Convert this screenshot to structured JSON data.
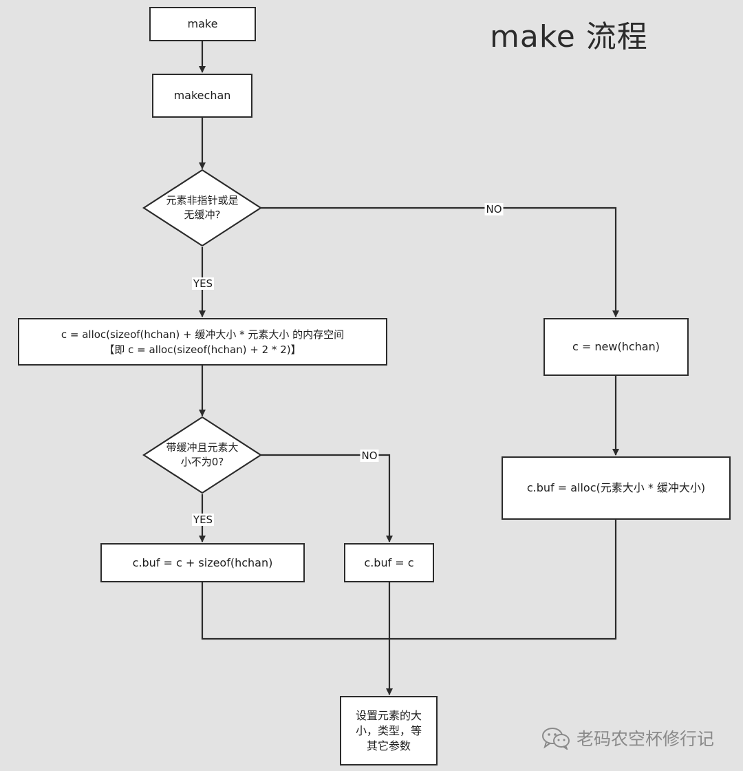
{
  "title": "make 流程",
  "nodes": {
    "make": "make",
    "makechan": "makechan",
    "decision1": [
      "元素非指针或是",
      "无缓冲?"
    ],
    "alloc_full": [
      "c = alloc(sizeof(hchan) + 缓冲大小 * 元素大小 的内存空间",
      "【即 c = alloc(sizeof(hchan) + 2 * 2)】"
    ],
    "new_hchan": "c = new(hchan)",
    "decision2": [
      "带缓冲且元素大",
      "小不为0?"
    ],
    "buf_alloc": "c.buf = alloc(元素大小 * 缓冲大小)",
    "buf_offset": "c.buf = c + sizeof(hchan)",
    "buf_self": "c.buf = c",
    "final": [
      "设置元素的大",
      "小，类型，等",
      "其它参数"
    ]
  },
  "edge_labels": {
    "d1_no": "NO",
    "d1_yes": "YES",
    "d2_no": "NO",
    "d2_yes": "YES"
  },
  "watermark": {
    "icon": "wechat-icon",
    "text": "老码农空杯修行记"
  }
}
